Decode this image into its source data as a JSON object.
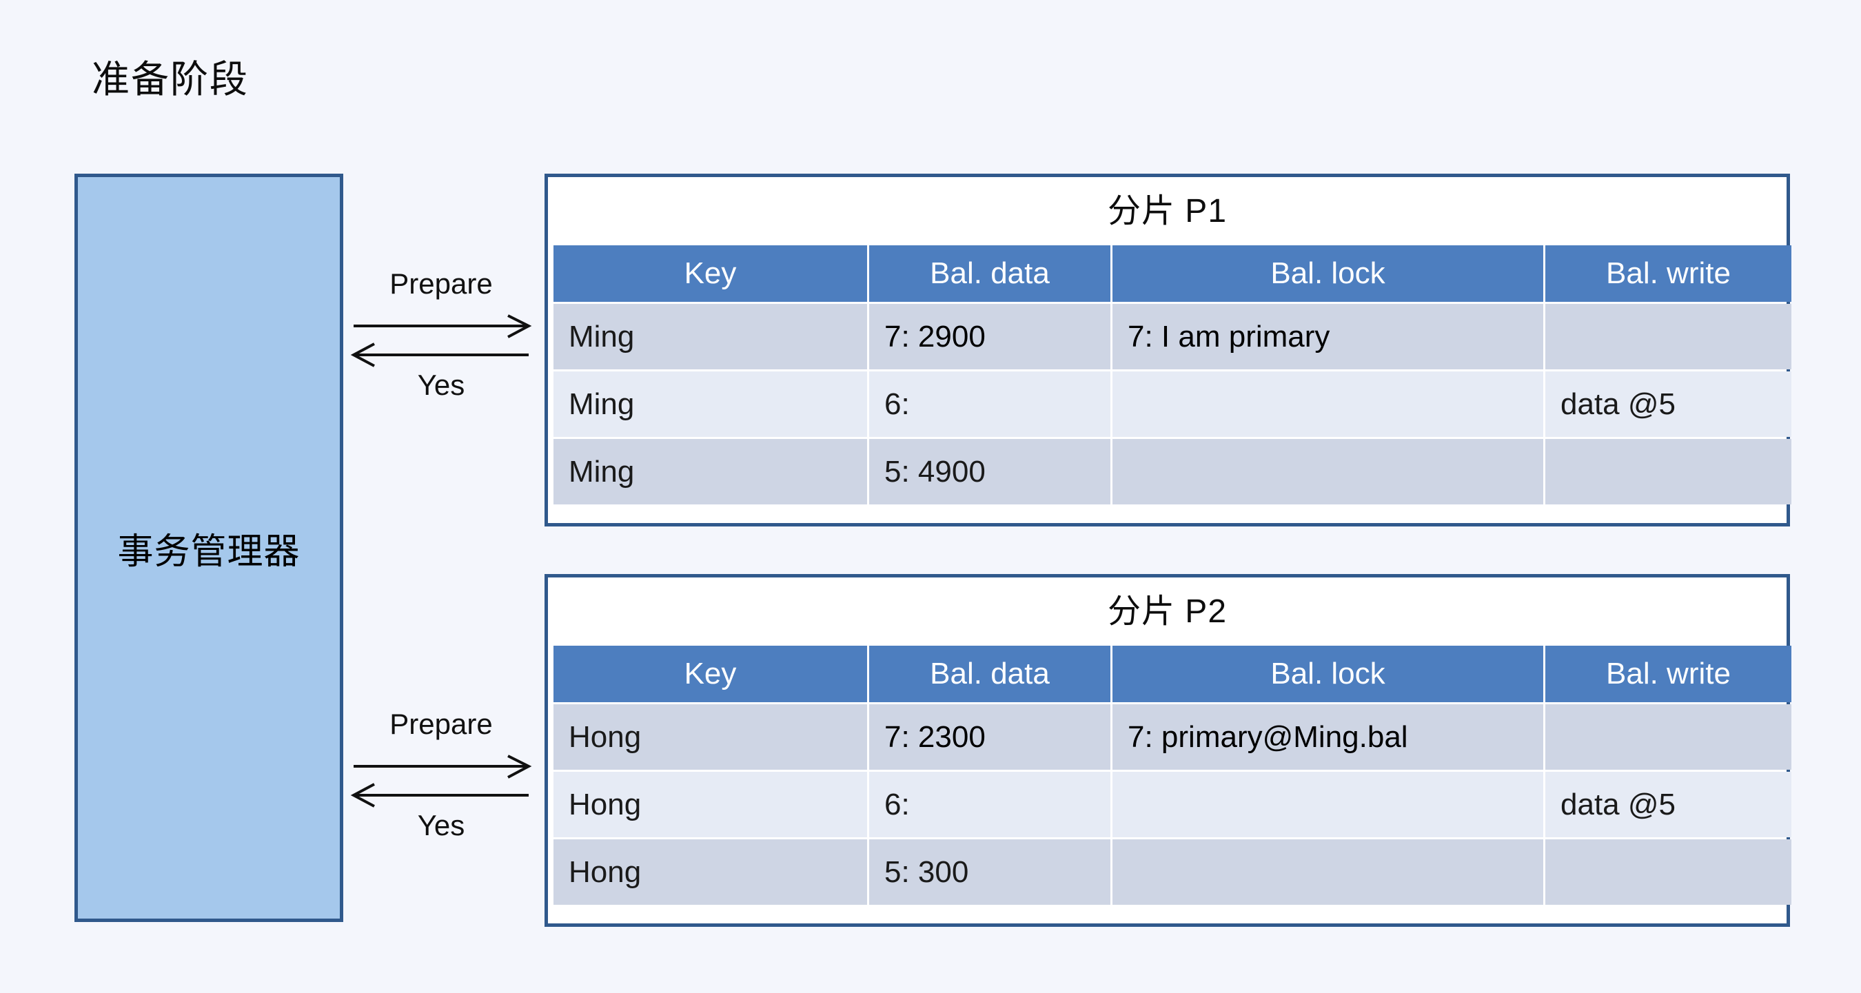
{
  "title": "准备阶段",
  "transaction_manager": {
    "label": "事务管理器"
  },
  "colors": {
    "background": "#f4f6fc",
    "box_fill": "#a5c8ec",
    "box_border": "#30598c",
    "table_header": "#4d7ebf",
    "row_odd": "#ced5e4",
    "row_even": "#e6ebf5",
    "text": "#0d0d0d"
  },
  "arrows": [
    {
      "request_label": "Prepare",
      "response_label": "Yes"
    },
    {
      "request_label": "Prepare",
      "response_label": "Yes"
    }
  ],
  "shards": [
    {
      "title": "分片 P1",
      "columns": [
        "Key",
        "Bal. data",
        "Bal. lock",
        "Bal. write"
      ],
      "rows": [
        {
          "key": "Ming",
          "bal_data": "7: 2900",
          "bal_lock": "7: I am primary",
          "bal_write": ""
        },
        {
          "key": "Ming",
          "bal_data": "6:",
          "bal_lock": "",
          "bal_write": "data @5"
        },
        {
          "key": "Ming",
          "bal_data": "5: 4900",
          "bal_lock": "",
          "bal_write": ""
        }
      ]
    },
    {
      "title": "分片 P2",
      "columns": [
        "Key",
        "Bal. data",
        "Bal. lock",
        "Bal. write"
      ],
      "rows": [
        {
          "key": "Hong",
          "bal_data": "7: 2300",
          "bal_lock": "7: primary@Ming.bal",
          "bal_write": ""
        },
        {
          "key": "Hong",
          "bal_data": "6:",
          "bal_lock": "",
          "bal_write": "data @5"
        },
        {
          "key": "Hong",
          "bal_data": "5: 300",
          "bal_lock": "",
          "bal_write": ""
        }
      ]
    }
  ]
}
